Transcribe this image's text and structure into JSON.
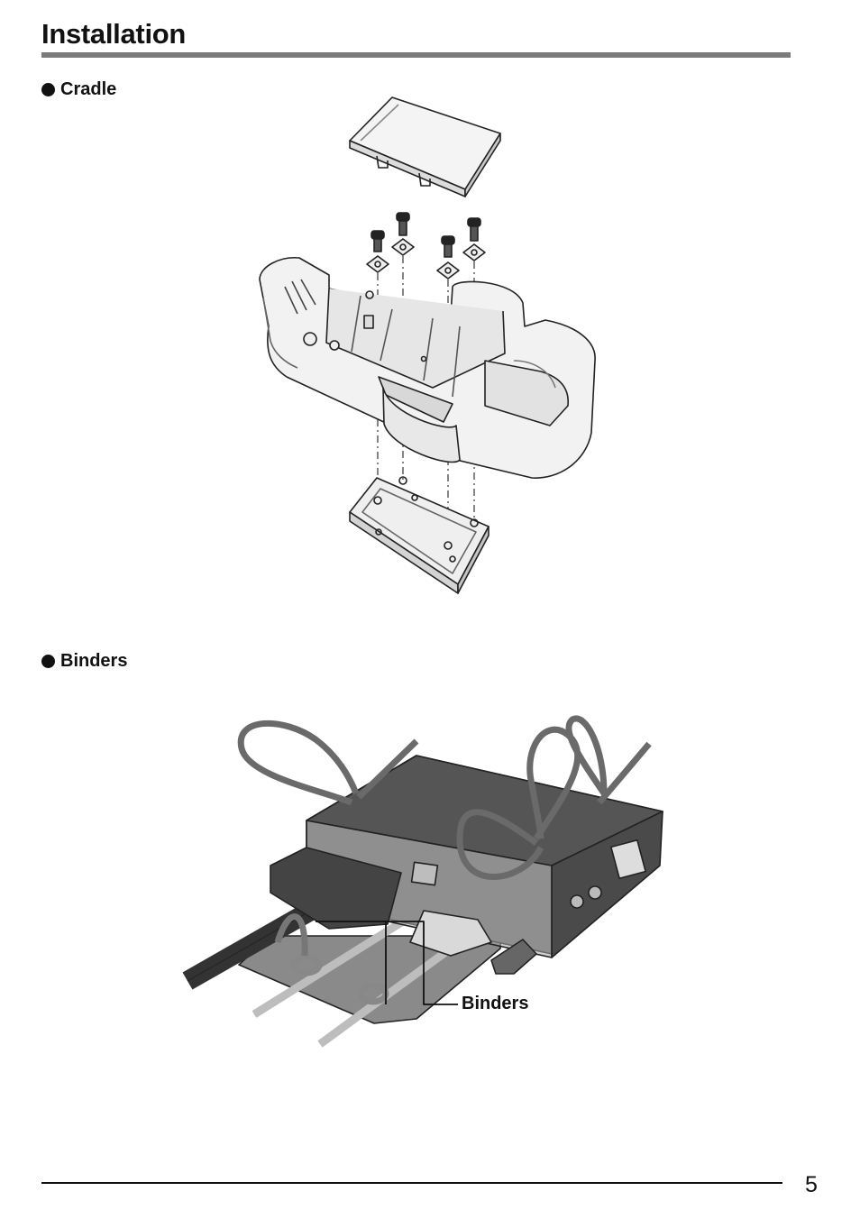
{
  "page": {
    "title": "Installation",
    "page_number": "5"
  },
  "sections": {
    "cradle": {
      "heading": "Cradle"
    },
    "binders": {
      "heading": "Binders",
      "callout": "Binders"
    }
  }
}
